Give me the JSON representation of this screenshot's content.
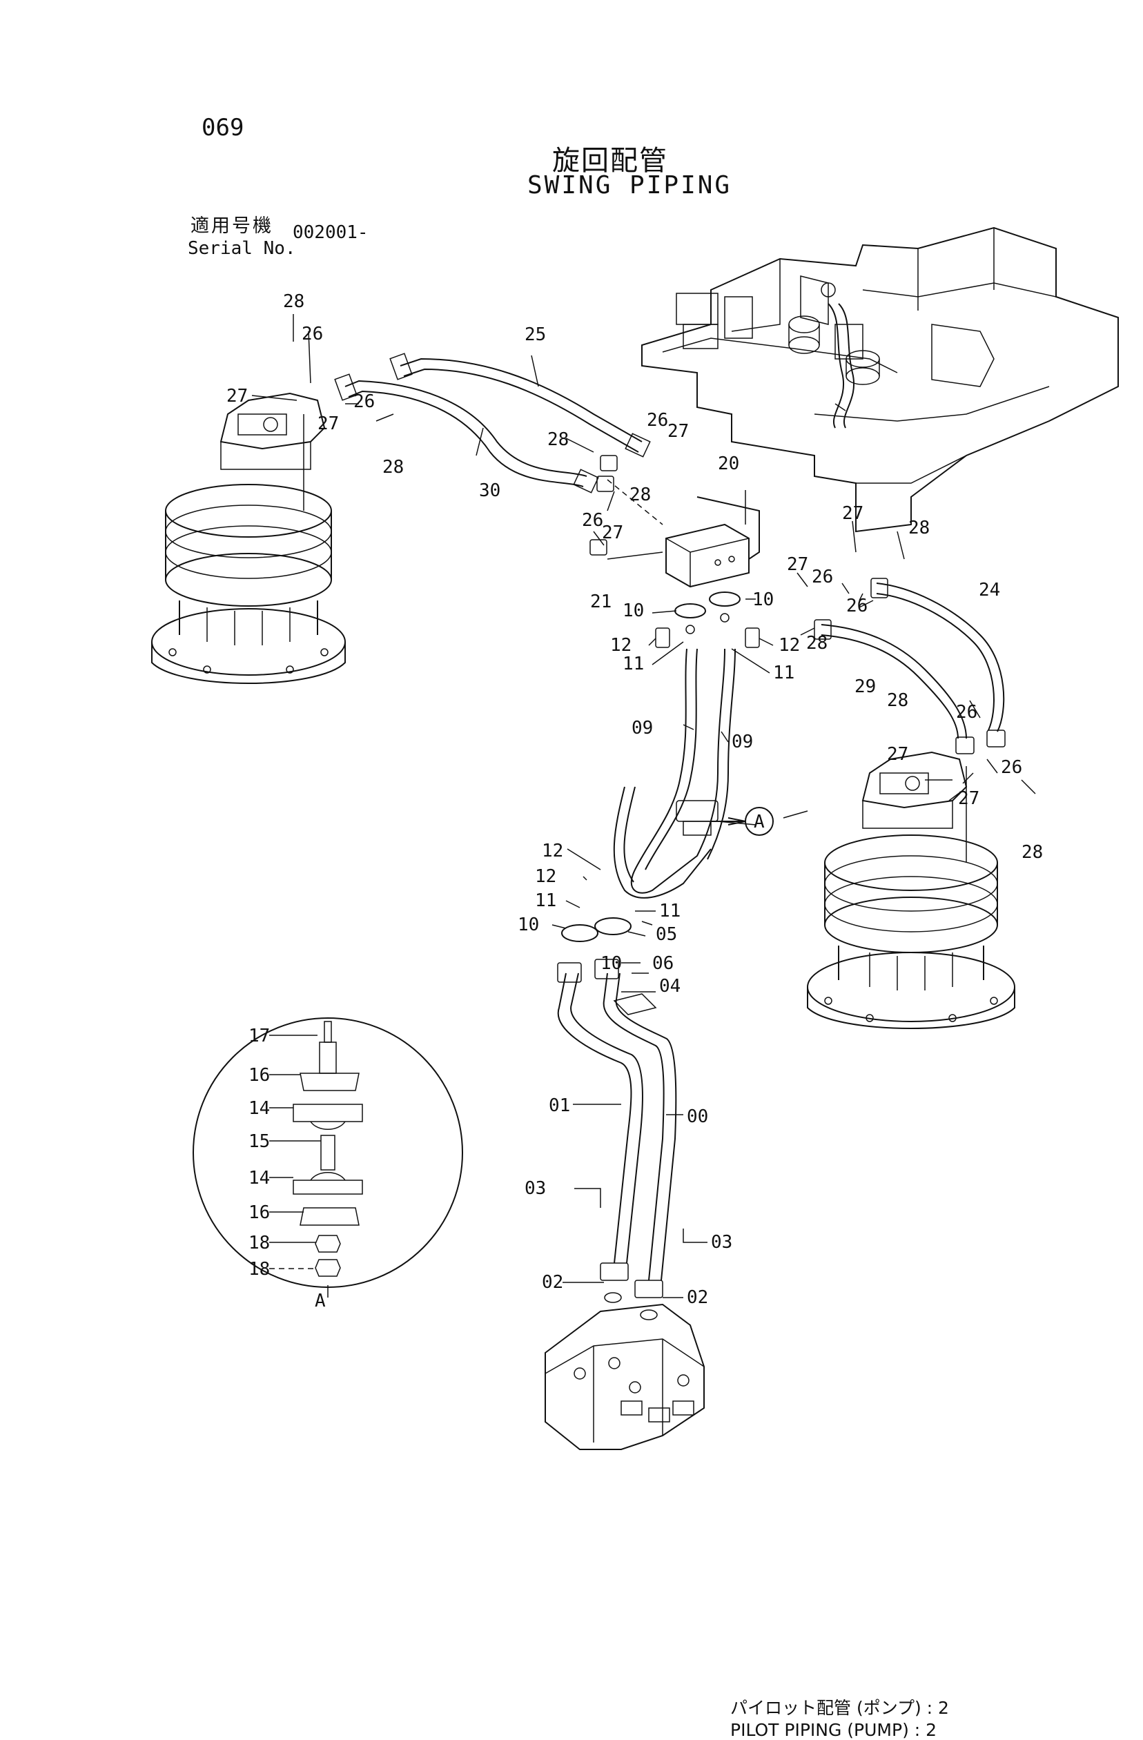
{
  "header": {
    "page_number": "069",
    "title_ja": "旋回配管",
    "title_en": "SWING PIPING",
    "serial_label_ja": "適用号機",
    "serial_label_en": "Serial No.",
    "serial_value": "002001-"
  },
  "callouts": {
    "c00": "00",
    "c01": "01",
    "c02a": "02",
    "c02b": "02",
    "c03a": "03",
    "c03b": "03",
    "c04": "04",
    "c05": "05",
    "c06": "06",
    "c09a": "09",
    "c09b": "09",
    "c10a": "10",
    "c10b": "10",
    "c10c": "10",
    "c10d": "10",
    "c11a": "11",
    "c11b": "11",
    "c11c": "11",
    "c11d": "11",
    "c12a": "12",
    "c12b": "12",
    "c12c": "12",
    "c12d": "12",
    "c14a": "14",
    "c14b": "14",
    "c15": "15",
    "c16a": "16",
    "c16b": "16",
    "c17": "17",
    "c18a": "18",
    "c18b": "18",
    "c20": "20",
    "c21": "21",
    "c24": "24",
    "c25": "25",
    "c26a": "26",
    "c26b": "26",
    "c26c": "26",
    "c26d": "26",
    "c26e": "26",
    "c26f": "26",
    "c26g": "26",
    "c27a": "27",
    "c27b": "27",
    "c27c": "27",
    "c27d": "27",
    "c27e": "27",
    "c27f": "27",
    "c27g": "27",
    "c28a": "28",
    "c28b": "28",
    "c28c": "28",
    "c28d": "28",
    "c28e": "28",
    "c28f": "28",
    "c28g": "28",
    "c28h": "28",
    "c29": "29",
    "c30": "30",
    "detail_a_ref": "A",
    "detail_a_label": "A"
  },
  "note": {
    "ja": "パイロット配管 (ポンプ) : 2",
    "en": "PILOT PIPING (PUMP) : 2"
  }
}
